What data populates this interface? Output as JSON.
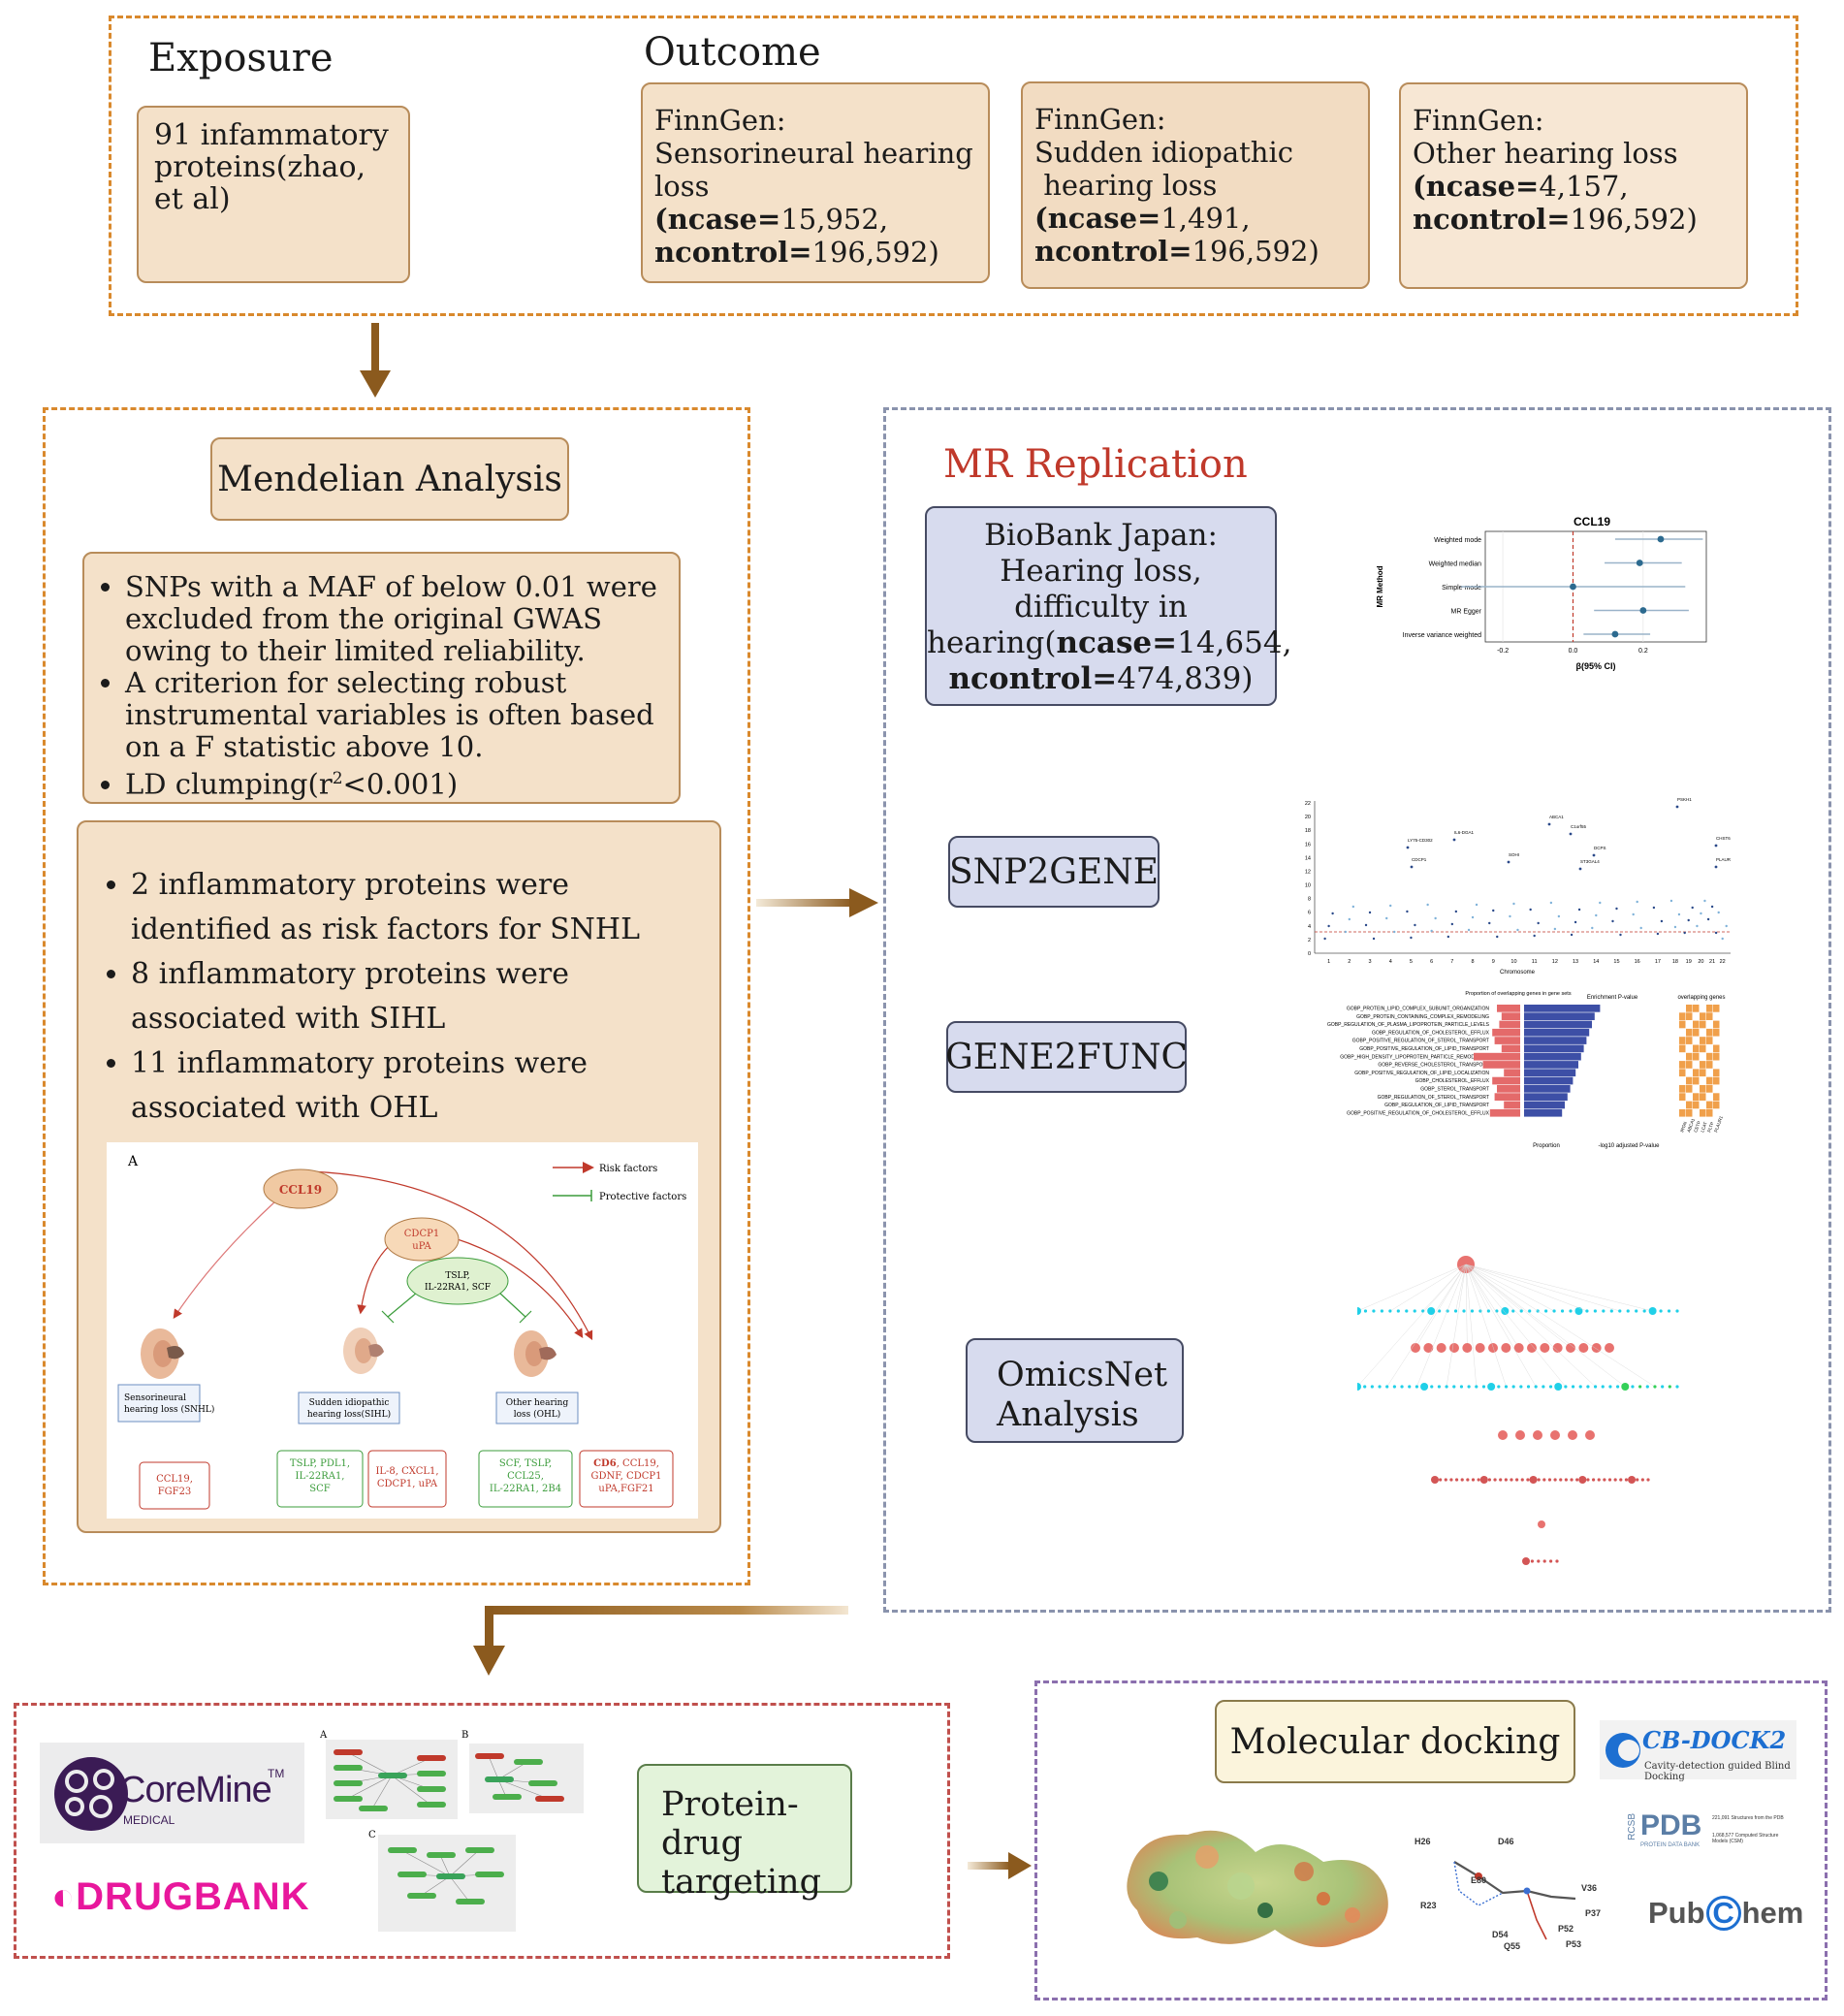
{
  "exposure": {
    "heading": "Exposure",
    "box": "91 infammatory proteins(zhao, et al)"
  },
  "outcome": {
    "heading": "Outcome",
    "boxes": [
      {
        "l1": "FinnGen:",
        "l2": "Sensorineural hearing loss",
        "l3a": "(ncase=",
        "l3b": "15,952,",
        "l4a": "ncontrol=",
        "l4b": "196,592)"
      },
      {
        "l1": "FinnGen:",
        "l2": "Sudden idiopathic",
        "l2b": " hearing loss",
        "l3a": "(ncase=",
        "l3b": "1,491,",
        "l4a": "ncontrol=",
        "l4b": "196,592)"
      },
      {
        "l1": "FinnGen:",
        "l2": "Other hearing loss",
        "l3a": "(ncase=",
        "l3b": "4,157,",
        "l4a": "ncontrol=",
        "l4b": "196,592)"
      }
    ]
  },
  "mendelian": {
    "title": "Mendelian Analysis",
    "criteria": [
      "SNPs with a MAF of below 0.01 were excluded from  the original GWAS owing to their limited reliability.",
      "A criterion for selecting robust instrumental variables is often based on a F statistic above  10."
    ],
    "ld_pre": "LD clumping(r",
    "ld_sup": "2",
    "ld_post": "<0.001)",
    "results": [
      "2 inflammatory proteins were identified as risk factors for SNHL",
      "8 inflammatory proteins were associated with SIHL",
      "11 inflammatory proteins were associated with OHL"
    ],
    "figure": {
      "panel": "A",
      "legend_risk": "Risk factors",
      "legend_protective": "Protective factors",
      "node_ccl19": "CCL19",
      "node_cdcp1": "CDCP1",
      "node_upa": "uPA",
      "node_tslp_1": "TSLP,",
      "node_tslp_2": "IL-22RA1, SCF",
      "snhl_1": "Sensorineural",
      "snhl_2": "hearing loss (SNHL)",
      "sihl_1": "Sudden idiopathic",
      "sihl_2": "hearing loss(SIHL)",
      "ohl_1": "Other hearing",
      "ohl_2": "loss  (OHL)",
      "snhl_risk_1": "CCL19,",
      "snhl_risk_2": "FGF23",
      "sihl_prot_1": "TSLP, PDL1,",
      "sihl_prot_2": "IL-22RA1,",
      "sihl_prot_3": "SCF",
      "sihl_risk_1": "IL-8, CXCL1,",
      "sihl_risk_2": "CDCP1, uPA",
      "ohl_prot_1": "SCF, TSLP,",
      "ohl_prot_2": "CCL25,",
      "ohl_prot_3": "IL-22RA1, 2B4",
      "ohl_risk_1a": "CD6",
      "ohl_risk_1b": ", CCL19,",
      "ohl_risk_2": "GDNF, CDCP1",
      "ohl_risk_3": "uPA,FGF21"
    }
  },
  "replication": {
    "title": "MR Replication",
    "biobank_1": "BioBank Japan:",
    "biobank_2": "Hearing loss,",
    "biobank_3": "difficulty in",
    "biobank_4a": "hearing(",
    "biobank_4b": "ncase=",
    "biobank_4c": "14,654,",
    "biobank_5a": "ncontrol=",
    "biobank_5b": "474,839)",
    "snp2gene": "SNP2GENE",
    "gene2func": "GENE2FUNC",
    "omics_1": "OmicsNet",
    "omics_2": "Analysis"
  },
  "chart_data": [
    {
      "type": "scatter",
      "title": "CCL19",
      "xlabel": "β(95% CI)",
      "ylabel": "MR Method",
      "categories": [
        "Weighted mode",
        "Weighted median",
        "Simple mode",
        "MR Egger",
        "Inverse variance weighted"
      ],
      "values": [
        0.25,
        0.19,
        0.0,
        0.2,
        0.12
      ],
      "ci_low": [
        0.12,
        0.09,
        -0.32,
        0.06,
        0.03
      ],
      "ci_high": [
        0.37,
        0.31,
        0.32,
        0.33,
        0.22
      ],
      "xticks": [
        "-0.2",
        "0.0",
        "0.2"
      ],
      "xlim": [
        -0.25,
        0.38
      ]
    }
  ],
  "manhattan": {
    "ylabels": [
      "22",
      "20",
      "18",
      "16",
      "14",
      "12",
      "10",
      "8",
      "6",
      "4",
      "2",
      "0"
    ],
    "xlabels": [
      "1",
      "2",
      "3",
      "4",
      "5",
      "6",
      "7",
      "8",
      "9",
      "10",
      "11",
      "12",
      "13",
      "14",
      "15",
      "16",
      "17",
      "18",
      "19",
      "20",
      "21",
      "22"
    ],
    "xtitle": "Chromosome",
    "genes": [
      "PSKH1",
      "ABCA1",
      "C1orf55",
      "IL6-DGA1",
      "LY75-CD302",
      "DCPS",
      "CHST6",
      "CDCP1",
      "PLAUR",
      "ST3GAL4",
      "SOHI"
    ]
  },
  "enrichment": {
    "col1": "Proportion of overlapping genes in gene sets",
    "col2": "Enrichment P-value",
    "col3": "overlapping genes",
    "xt1": "Proportion",
    "xt2": "-log10 adjusted P-value",
    "terms": [
      "GOBP_PROTEIN_LIPID_COMPLEX_SUBUNIT_ORGANIZATION",
      "GOBP_PROTEIN_CONTAINING_COMPLEX_REMODELING",
      "GOBP_REGULATION_OF_PLASMA_LIPOPROTEIN_PARTICLE_LEVELS",
      "GOBP_REGULATION_OF_CHOLESTEROL_EFFLUX",
      "GOBP_POSITIVE_REGULATION_OF_STEROL_TRANSPORT",
      "GOBP_POSITIVE_REGULATION_OF_LIPID_TRANSPORT",
      "GOBP_HIGH_DENSITY_LIPOPROTEIN_PARTICLE_REMODELING",
      "GOBP_REVERSE_CHOLESTEROL_TRANSPORT",
      "GOBP_POSITIVE_REGULATION_OF_LIPID_LOCALIZATION",
      "GOBP_CHOLESTEROL_EFFLUX",
      "GOBP_STEROL_TRANSPORT",
      "GOBP_REGULATION_OF_STEROL_TRANSPORT",
      "GOBP_REGULATION_OF_LIPID_TRANSPORT",
      "GOBP_POSITIVE_REGULATION_OF_CHOLESTEROL_EFFLUX"
    ],
    "props": [
      0.1,
      0.08,
      0.09,
      0.12,
      0.11,
      0.08,
      0.2,
      0.16,
      0.07,
      0.12,
      0.1,
      0.11,
      0.07,
      0.13
    ],
    "pvals": [
      2.8,
      2.6,
      2.5,
      2.4,
      2.3,
      2.2,
      2.1,
      2.0,
      1.9,
      1.8,
      1.7,
      1.6,
      1.5,
      1.4
    ],
    "genes": [
      "IRGN",
      "ABCA1",
      "CETP",
      "LCAT",
      "PLTP",
      "PLAUR1"
    ]
  },
  "drug": {
    "coremine": "CoreMine",
    "coremine_tm": "TM",
    "coremine_sub": "MEDICAL",
    "drugbank": "DRUGBANK",
    "drugbank_glyph": "◐",
    "panels": [
      "A",
      "B",
      "C"
    ],
    "targeting_1": "Protein-drug",
    "targeting_2": "targeting"
  },
  "docking": {
    "title": "Molecular docking",
    "cb_title": "CB-DOCK2",
    "cb_sub": "Cavity-detection guided Blind Docking",
    "pdb": "PDB",
    "pdb_rcsb": "RCSB",
    "pdb_sub": "PROTEIN DATA BANK",
    "pdb_stat1": "221,091 Structures from the PDB",
    "pdb_stat2": "1,068,577 Computed Structure Models (CSM)",
    "pub": "Pub",
    "chem_c": "C",
    "chem": "hem",
    "residues": [
      "H26",
      "D46",
      "R23",
      "E80",
      "D54",
      "Q55",
      "P52",
      "P53",
      "V36",
      "P37"
    ]
  },
  "colors": {
    "orange_dash": "#d9892d",
    "grey_dash": "#8a93ad",
    "red_dash": "#c0504d",
    "purple_dash": "#8b6fae",
    "arrow": "#8b5a1e",
    "replication_title": "#c0392b"
  }
}
